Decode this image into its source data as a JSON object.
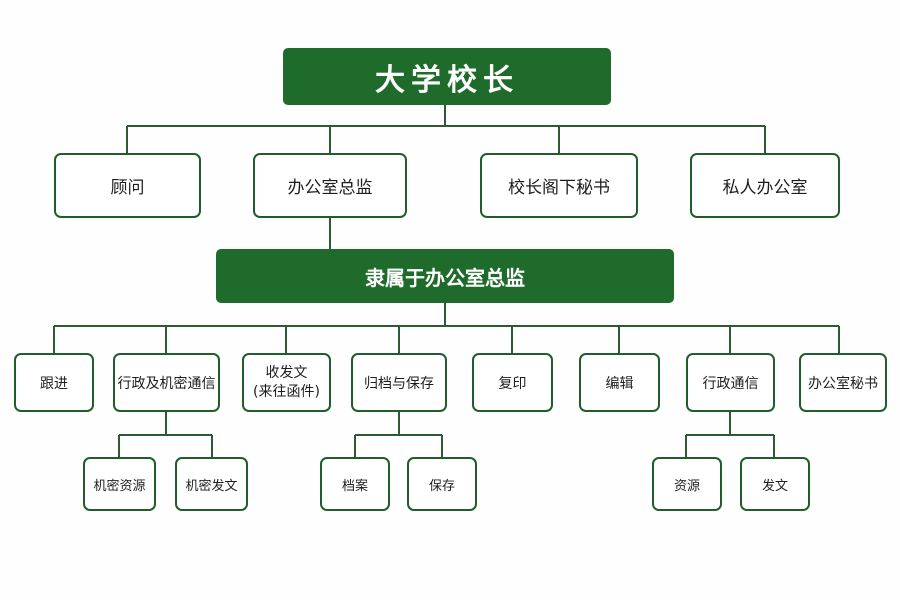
{
  "colors": {
    "green": "#1f6b2b",
    "border": "#1f5d2a",
    "line": "#2d5a34"
  },
  "root": {
    "label": "大学校长"
  },
  "level1": [
    {
      "label": "顾问"
    },
    {
      "label": "办公室总监"
    },
    {
      "label": "校长阁下秘书"
    },
    {
      "label": "私人办公室"
    }
  ],
  "sub_header": {
    "label": "隶属于办公室总监"
  },
  "level2": [
    {
      "label": "跟进"
    },
    {
      "label": "行政及机密通信"
    },
    {
      "label": "收发文",
      "label_line2": "(来往函件)"
    },
    {
      "label": "归档与保存"
    },
    {
      "label": "复印"
    },
    {
      "label": "编辑"
    },
    {
      "label": "行政通信"
    },
    {
      "label": "办公室秘书"
    }
  ],
  "level3": [
    {
      "label": "机密资源"
    },
    {
      "label": "机密发文"
    },
    {
      "label": "档案"
    },
    {
      "label": "保存"
    },
    {
      "label": "资源"
    },
    {
      "label": "发文"
    }
  ]
}
